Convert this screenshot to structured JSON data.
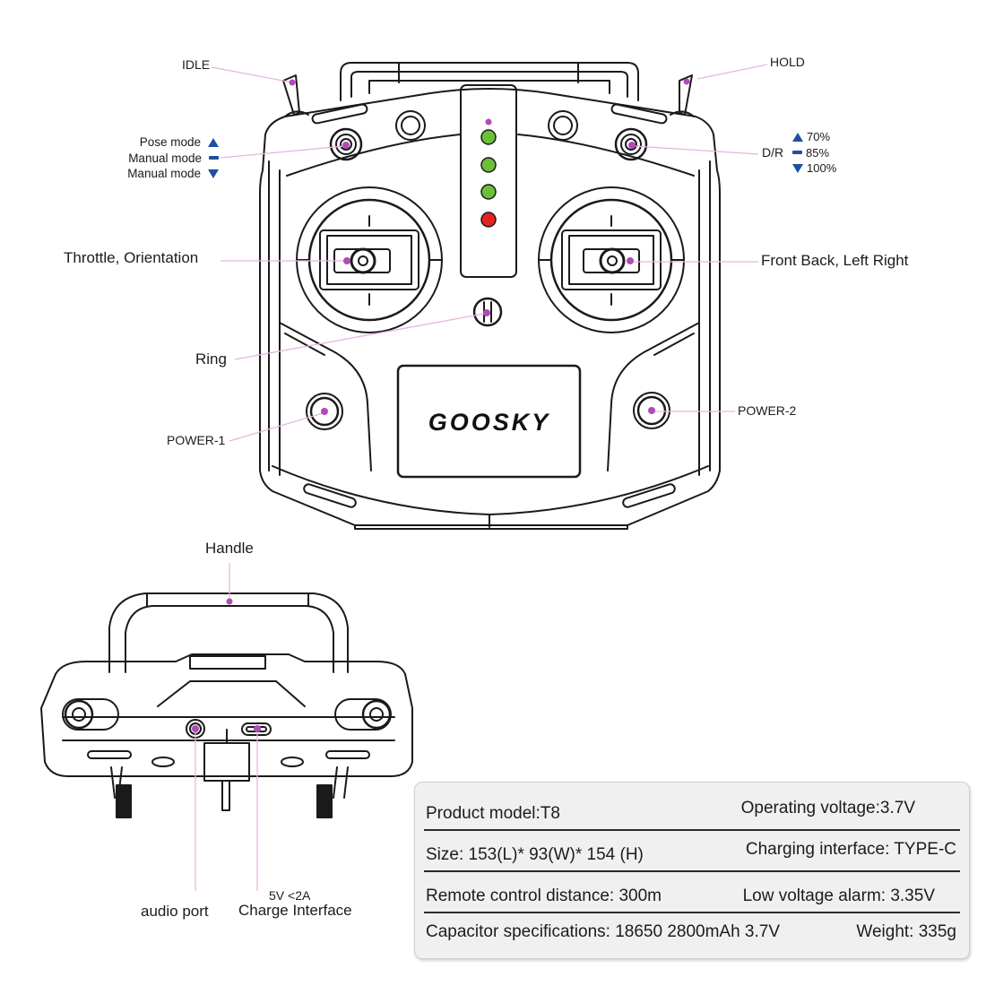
{
  "title": "T8 remote control diagram",
  "brand": {
    "logo_text": "GOOSKY"
  },
  "colors": {
    "line": "#1a1a1a",
    "leader": "#e6b6e0",
    "marker": "#b04bb5",
    "led_green": "#6cbf3a",
    "led_red": "#e2261f",
    "arrow_blue": "#1f4f9c",
    "spec_bg": "#f0f0f0"
  },
  "front_view": {
    "labels": {
      "idle": "IDLE",
      "hold": "HOLD",
      "throttle": "Throttle, Orientation",
      "front_back": "Front Back, Left Right",
      "ring": "Ring",
      "power1": "POWER-1",
      "power2": "POWER-2",
      "dr": "D/R"
    },
    "mode_switch": [
      {
        "label": "Pose mode",
        "icon": "triangle-up-icon"
      },
      {
        "label": "Manual mode",
        "icon": "dash-icon"
      },
      {
        "label": "Manual mode",
        "icon": "triangle-down-icon"
      }
    ],
    "dr_options": [
      {
        "label": "70%",
        "icon": "triangle-up-icon"
      },
      {
        "label": "85%",
        "icon": "dash-icon"
      },
      {
        "label": "100%",
        "icon": "triangle-down-icon"
      }
    ],
    "leds": [
      "green",
      "green",
      "green",
      "red"
    ]
  },
  "top_view": {
    "labels": {
      "handle": "Handle",
      "audio": "audio port",
      "charge_spec": "5V <2A",
      "charge": "Charge Interface"
    }
  },
  "specs": [
    {
      "left": "Product model:T8",
      "right": "Operating voltage:3.7V"
    },
    {
      "left": "Size: 153(L)* 93(W)* 154 (H)",
      "right": "Charging interface: TYPE-C"
    },
    {
      "left": "Remote control distance: 300m",
      "right": "Low voltage alarm: 3.35V"
    },
    {
      "left": "Capacitor specifications: 18650 2800mAh 3.7V",
      "right": "Weight: 335g"
    }
  ]
}
